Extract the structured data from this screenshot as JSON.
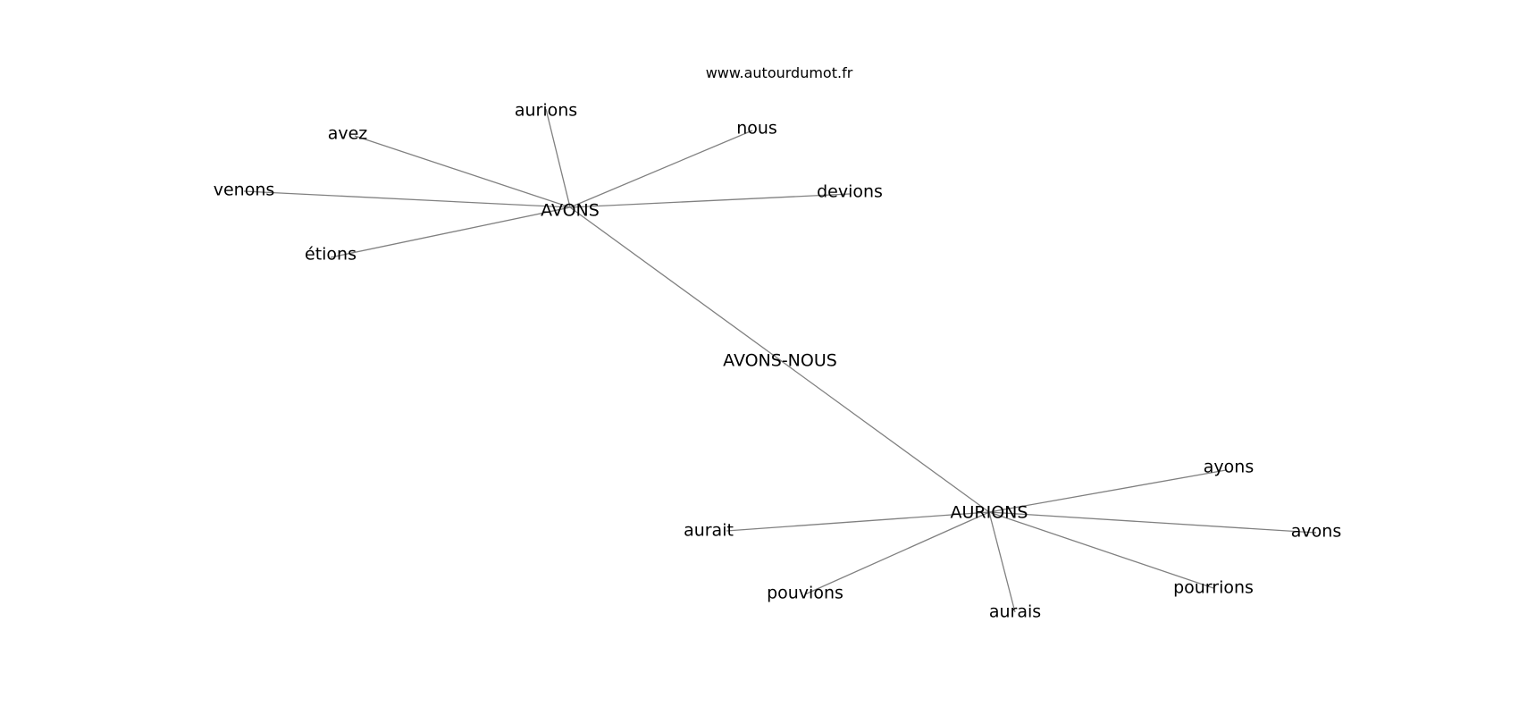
{
  "source_label": "www.autourdumot.fr",
  "graph": {
    "center": "AVONS-NOUS",
    "nodes": [
      {
        "id": "avons-nous",
        "label": "AVONS-NOUS"
      },
      {
        "id": "avons-hub",
        "label": "AVONS"
      },
      {
        "id": "aurions-hub",
        "label": "AURIONS"
      },
      {
        "id": "aurions",
        "label": "aurions"
      },
      {
        "id": "avez",
        "label": "avez"
      },
      {
        "id": "nous",
        "label": "nous"
      },
      {
        "id": "venons",
        "label": "venons"
      },
      {
        "id": "devions",
        "label": "devions"
      },
      {
        "id": "etions",
        "label": "étions"
      },
      {
        "id": "ayons",
        "label": "ayons"
      },
      {
        "id": "aurait",
        "label": "aurait"
      },
      {
        "id": "avons",
        "label": "avons"
      },
      {
        "id": "pourrions",
        "label": "pourrions"
      },
      {
        "id": "pouvions",
        "label": "pouvions"
      },
      {
        "id": "aurais",
        "label": "aurais"
      }
    ],
    "edges": [
      [
        "avons-hub",
        "aurions-hub"
      ],
      [
        "avons-hub",
        "aurions"
      ],
      [
        "avons-hub",
        "avez"
      ],
      [
        "avons-hub",
        "nous"
      ],
      [
        "avons-hub",
        "venons"
      ],
      [
        "avons-hub",
        "devions"
      ],
      [
        "avons-hub",
        "etions"
      ],
      [
        "aurions-hub",
        "ayons"
      ],
      [
        "aurions-hub",
        "aurait"
      ],
      [
        "aurions-hub",
        "avons"
      ],
      [
        "aurions-hub",
        "pourrions"
      ],
      [
        "aurions-hub",
        "pouvions"
      ],
      [
        "aurions-hub",
        "aurais"
      ]
    ]
  }
}
